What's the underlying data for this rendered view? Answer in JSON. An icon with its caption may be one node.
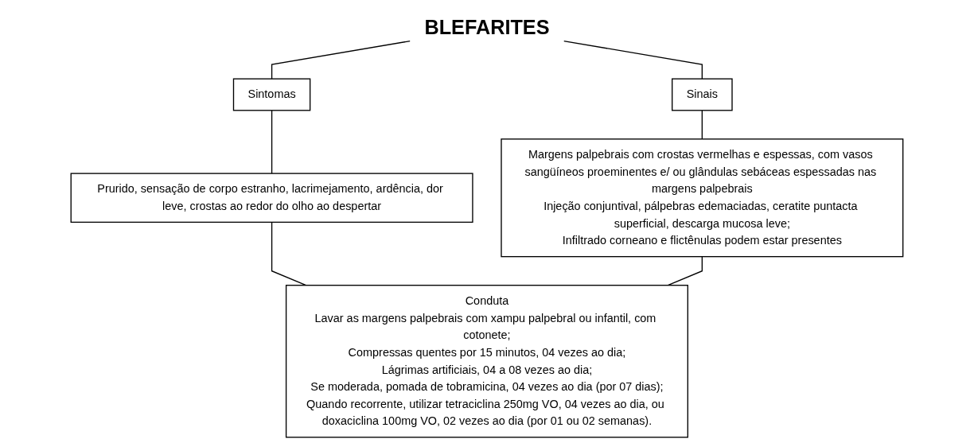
{
  "diagram": {
    "nodes": [
      {
        "text": [
          "BLEFARITES"
        ]
      },
      {
        "text": [
          "Sintomas"
        ]
      },
      {
        "text": [
          "Sinais"
        ]
      },
      {
        "text": [
          "Prurido, sensação de corpo estranho, lacrimejamento, ardência, dor leve, crostas ao redor do olho ao despertar"
        ]
      },
      {
        "text": [
          "Margens palpebrais com crostas vermelhas e espessas, com vasos sangüíneos proeminentes e/ ou glândulas sebáceas espessadas nas margens palpebrais",
          "Injeção conjuntival, pálpebras edemaciadas, ceratite puntacta superficial, descarga mucosa leve;",
          "Infiltrado corneano e flictênulas podem estar presentes"
        ]
      },
      {
        "text": [
          "Conduta",
          "Lavar as margens palpebrais com xampu palpebral ou infantil, com cotonete;",
          "Compressas quentes por 15 minutos, 04 vezes ao dia;",
          "Lágrimas artificiais, 04 a 08 vezes ao dia;",
          "Se moderada, pomada de tobramicina, 04 vezes ao dia (por 07 dias);",
          "Quando recorrente, utilizar tetraciclina 250mg VO, 04 vezes ao dia, ou doxaciclina 100mg VO, 02 vezes ao dia (por 01 ou 02 semanas)."
        ]
      }
    ],
    "edges": [
      {
        "from": 0,
        "to": 1,
        "arrow": "none"
      },
      {
        "from": 0,
        "to": 2,
        "arrow": "none"
      },
      {
        "from": 1,
        "to": 3,
        "arrow": "none"
      },
      {
        "from": 2,
        "to": 4,
        "arrow": "none"
      },
      {
        "from": 3,
        "to": 5,
        "arrow": "none"
      },
      {
        "from": 4,
        "to": 5,
        "arrow": "none"
      }
    ]
  }
}
